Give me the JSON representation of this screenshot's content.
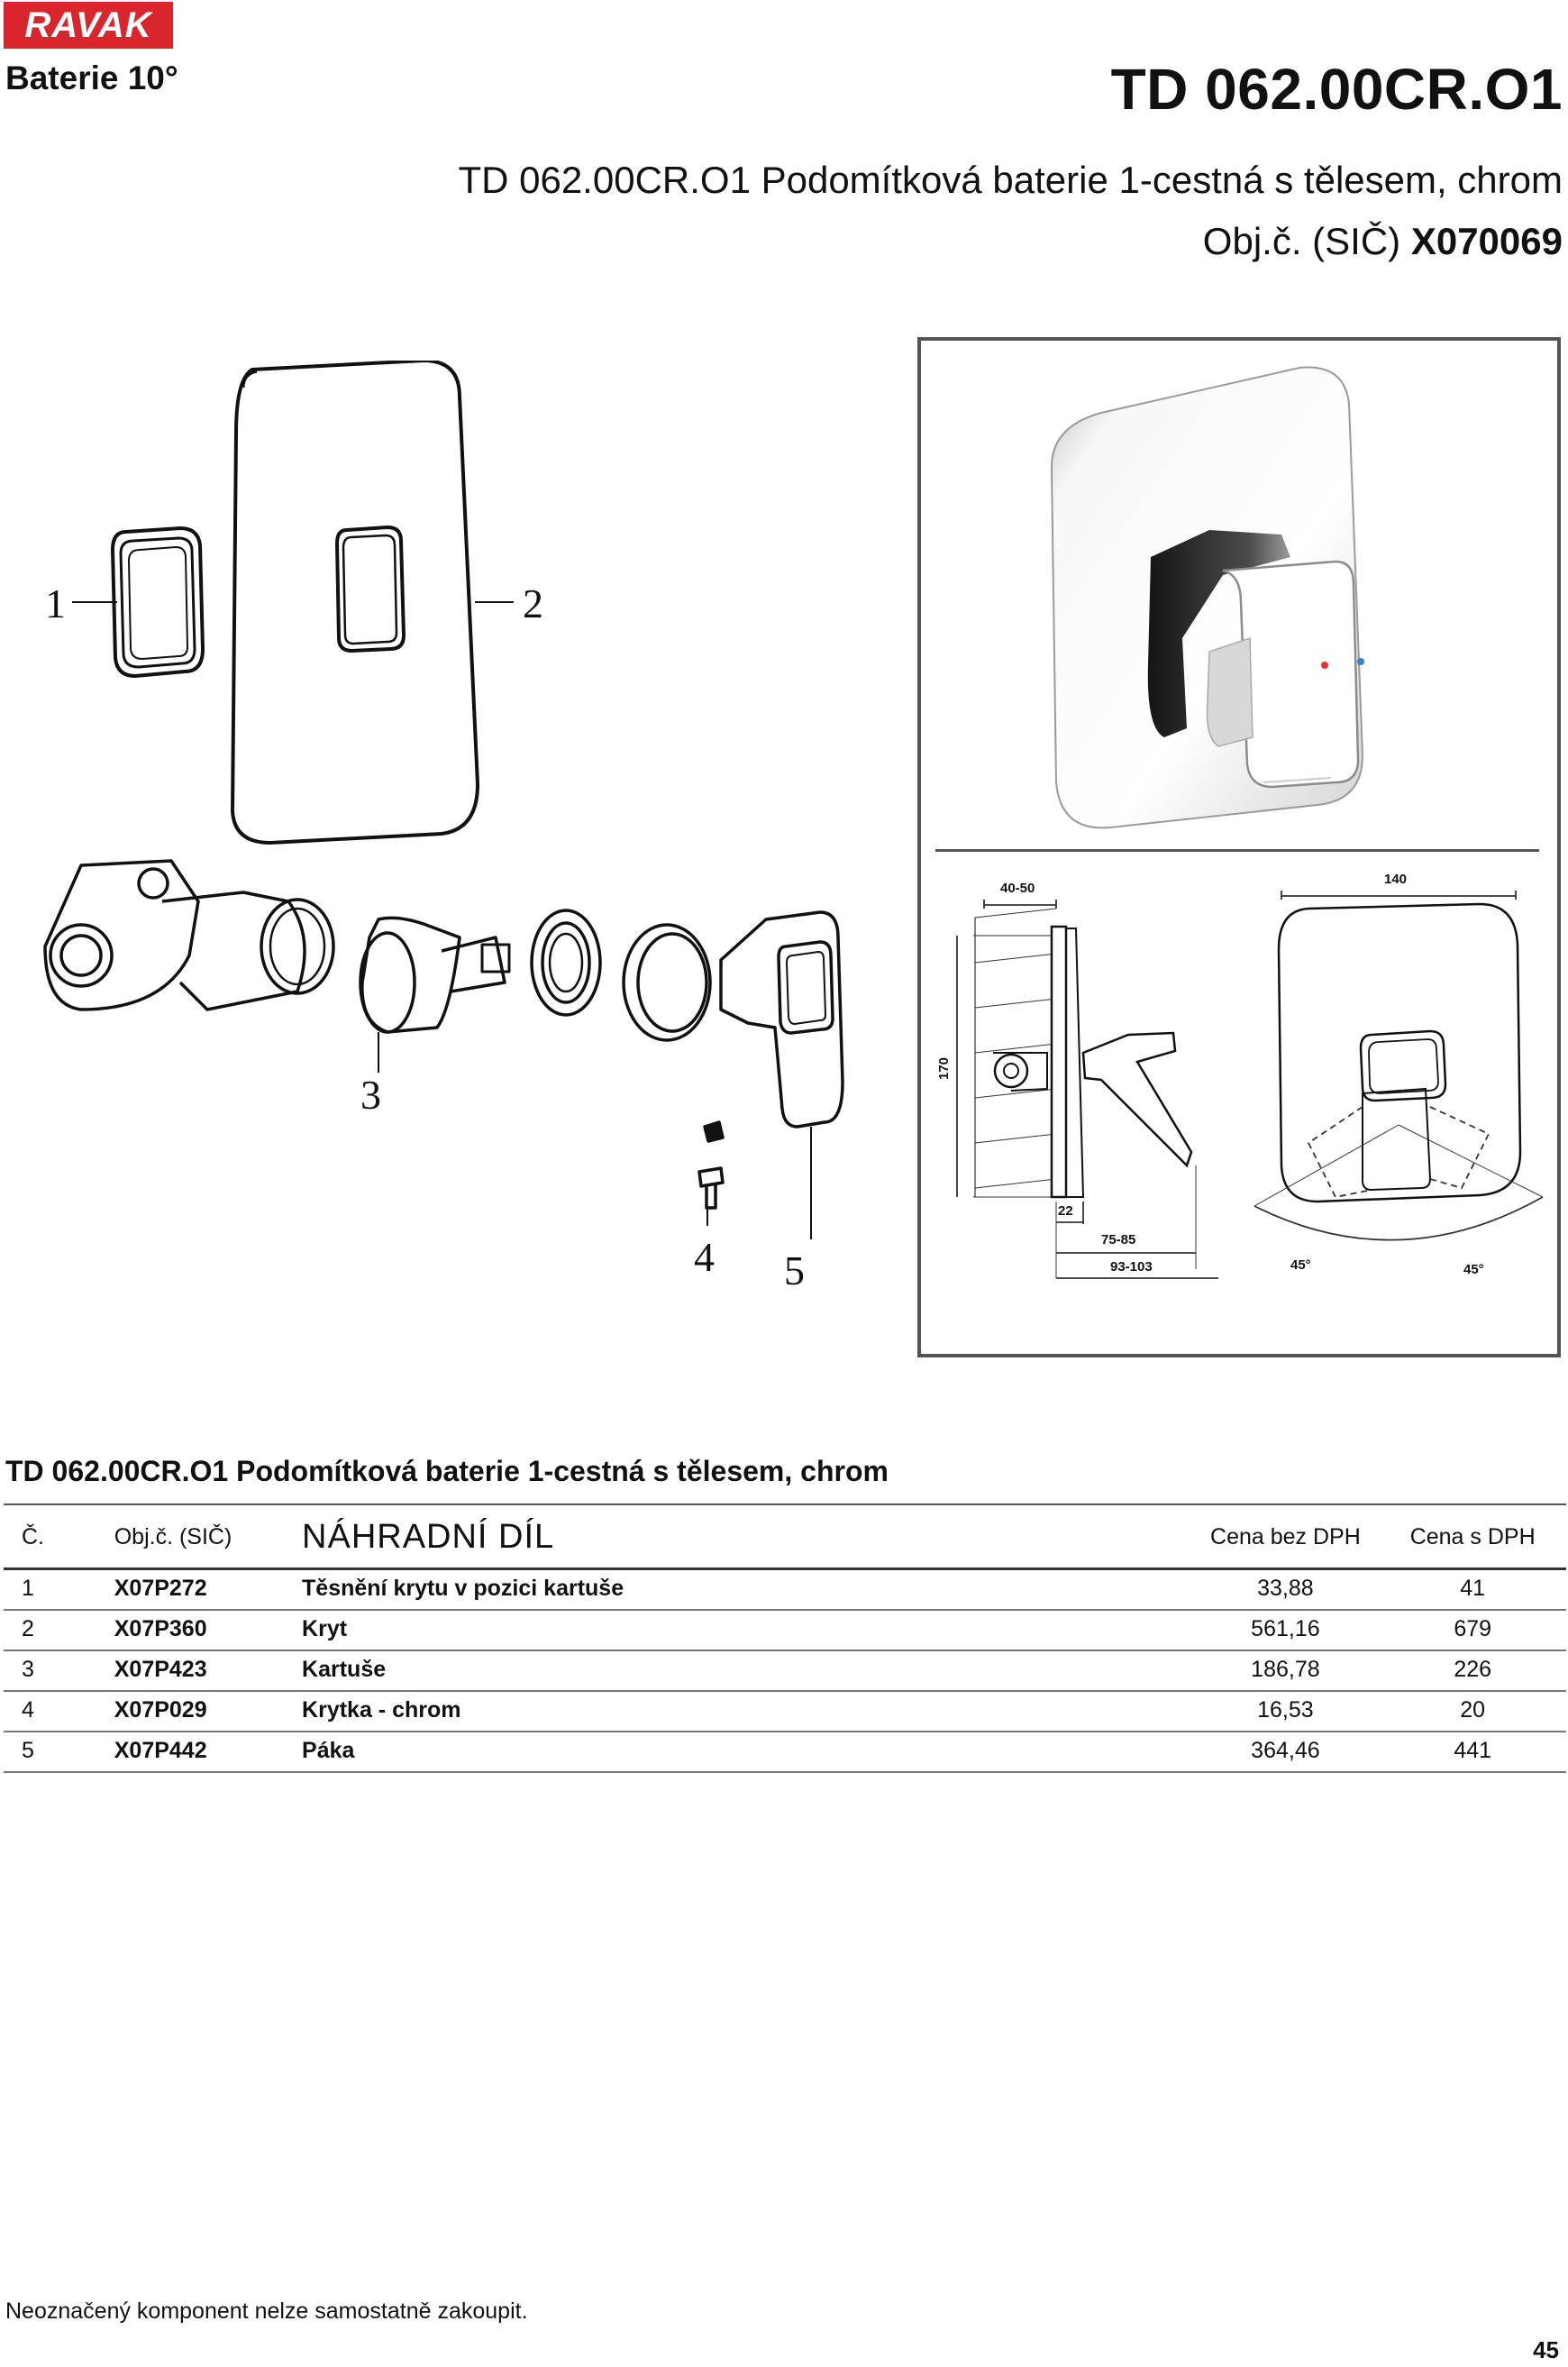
{
  "header": {
    "logo": "RAVAK",
    "category": "Baterie 10°",
    "model": "TD 062.00CR.O1",
    "subtitle": "TD 062.00CR.O1 Podomítková baterie 1-cestná s tělesem, chrom",
    "order_prefix": "Obj.č. (SIČ)",
    "order_code": "X070069"
  },
  "exploded_labels": [
    "1",
    "2",
    "3",
    "4",
    "5"
  ],
  "dimensions": {
    "labels": [
      "40-50",
      "140",
      "170",
      "22",
      "75-85",
      "93-103",
      "45°",
      "45°"
    ]
  },
  "table": {
    "title": "TD 062.00CR.O1 Podomítková baterie 1-cestná s tělesem, chrom",
    "headers": {
      "num": "Č.",
      "code": "Obj.č. (SIČ)",
      "name": "NÁHRADNÍ DÍL",
      "price_net": "Cena bez DPH",
      "price_gross": "Cena s DPH"
    },
    "rows": [
      {
        "num": "1",
        "code": "X07P272",
        "name": "Těsnění krytu v pozici kartuše",
        "price_net": "33,88",
        "price_gross": "41"
      },
      {
        "num": "2",
        "code": "X07P360",
        "name": "Kryt",
        "price_net": "561,16",
        "price_gross": "679"
      },
      {
        "num": "3",
        "code": "X07P423",
        "name": "Kartuše",
        "price_net": "186,78",
        "price_gross": "226"
      },
      {
        "num": "4",
        "code": "X07P029",
        "name": "Krytka - chrom",
        "price_net": "16,53",
        "price_gross": "20"
      },
      {
        "num": "5",
        "code": "X07P442",
        "name": "Páka",
        "price_net": "364,46",
        "price_gross": "441"
      }
    ]
  },
  "footer": {
    "note": "Neoznačený komponent nelze samostatně zakoupit.",
    "page": "45"
  }
}
